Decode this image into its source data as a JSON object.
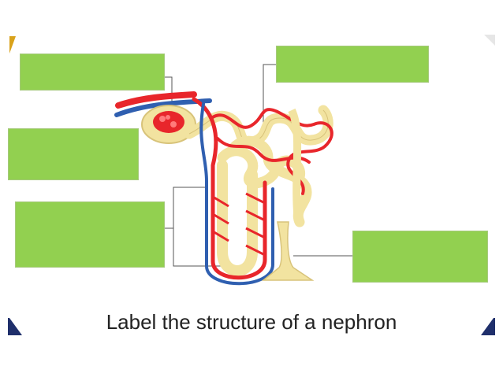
{
  "slide": {
    "caption": "Label the structure of a nephron"
  },
  "label_boxes": [
    {
      "id": "top-left",
      "text": ""
    },
    {
      "id": "top-right",
      "text": ""
    },
    {
      "id": "middle-left",
      "text": ""
    },
    {
      "id": "lower-left",
      "text": ""
    },
    {
      "id": "lower-right",
      "text": ""
    }
  ],
  "colors": {
    "label_fill": "#92d050",
    "tubule": "#f2e3a0",
    "artery": "#e8262b",
    "vein": "#2f5fb0",
    "accent_corner_tl": "#d9a21b",
    "accent_corner_navy": "#1f2f6b"
  }
}
